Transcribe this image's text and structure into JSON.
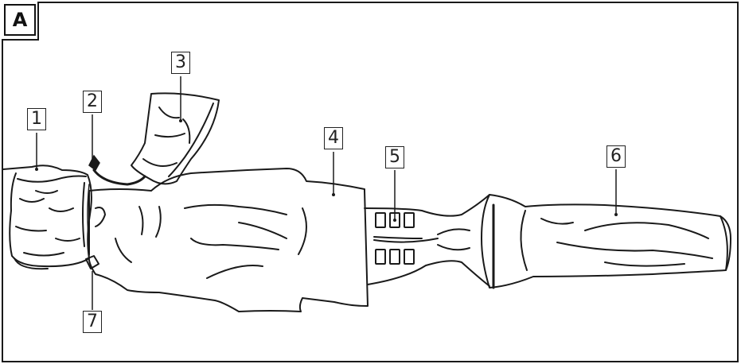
{
  "panel_label": "A",
  "callouts": [
    {
      "id": "1",
      "text": "1"
    },
    {
      "id": "2",
      "text": "2"
    },
    {
      "id": "3",
      "text": "3"
    },
    {
      "id": "4",
      "text": "4"
    },
    {
      "id": "5",
      "text": "5"
    },
    {
      "id": "6",
      "text": "6"
    },
    {
      "id": "7",
      "text": "7"
    }
  ],
  "colors": {
    "line": "#1a1a1a",
    "background": "#ffffff"
  }
}
